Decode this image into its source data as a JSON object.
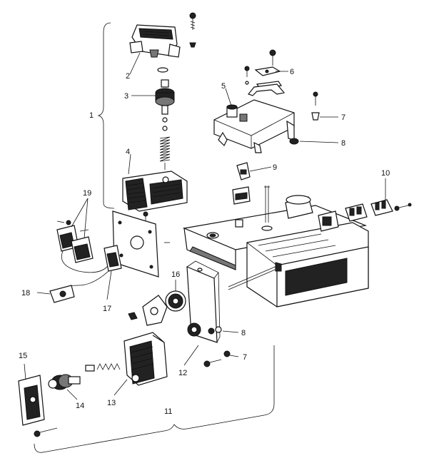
{
  "callouts": {
    "c1": "1",
    "c2": "2",
    "c3": "3",
    "c4": "4",
    "c5": "5",
    "c6": "6",
    "c7a": "7",
    "c7b": "7",
    "c8a": "8",
    "c8b": "8",
    "c9": "9",
    "c10": "10",
    "c11": "11",
    "c12": "12",
    "c13": "13",
    "c14": "14",
    "c15": "15",
    "c16": "16",
    "c17": "17",
    "c18": "18",
    "c19": "19"
  }
}
